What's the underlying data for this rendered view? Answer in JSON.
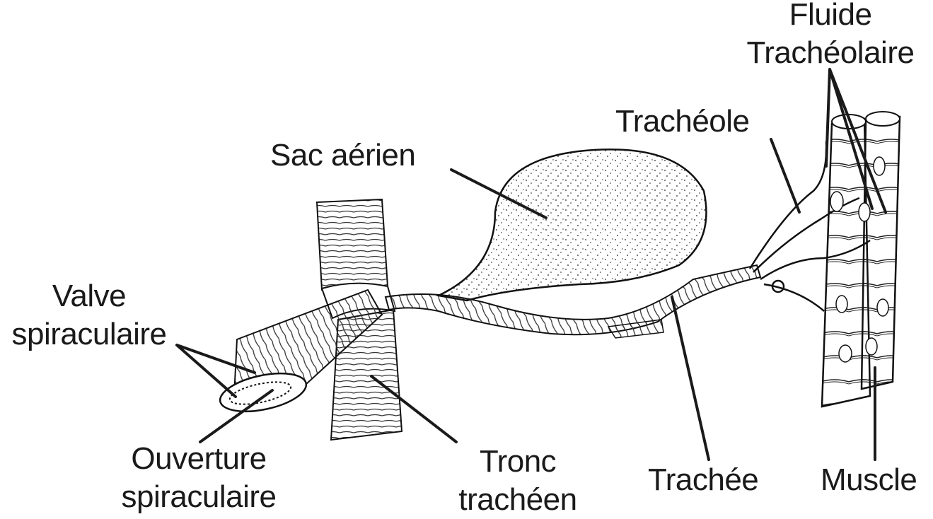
{
  "diagram": {
    "labels": {
      "fluide": [
        "Fluide",
        "Trachéolaire"
      ],
      "tracheole": "Trachéole",
      "sac": "Sac aérien",
      "valve": [
        "Valve",
        "spiraculaire"
      ],
      "ouverture": [
        "Ouverture",
        "spiraculaire"
      ],
      "tronc": [
        "Tronc",
        "trachéen"
      ],
      "trachee": "Trachée",
      "muscle": "Muscle"
    }
  }
}
